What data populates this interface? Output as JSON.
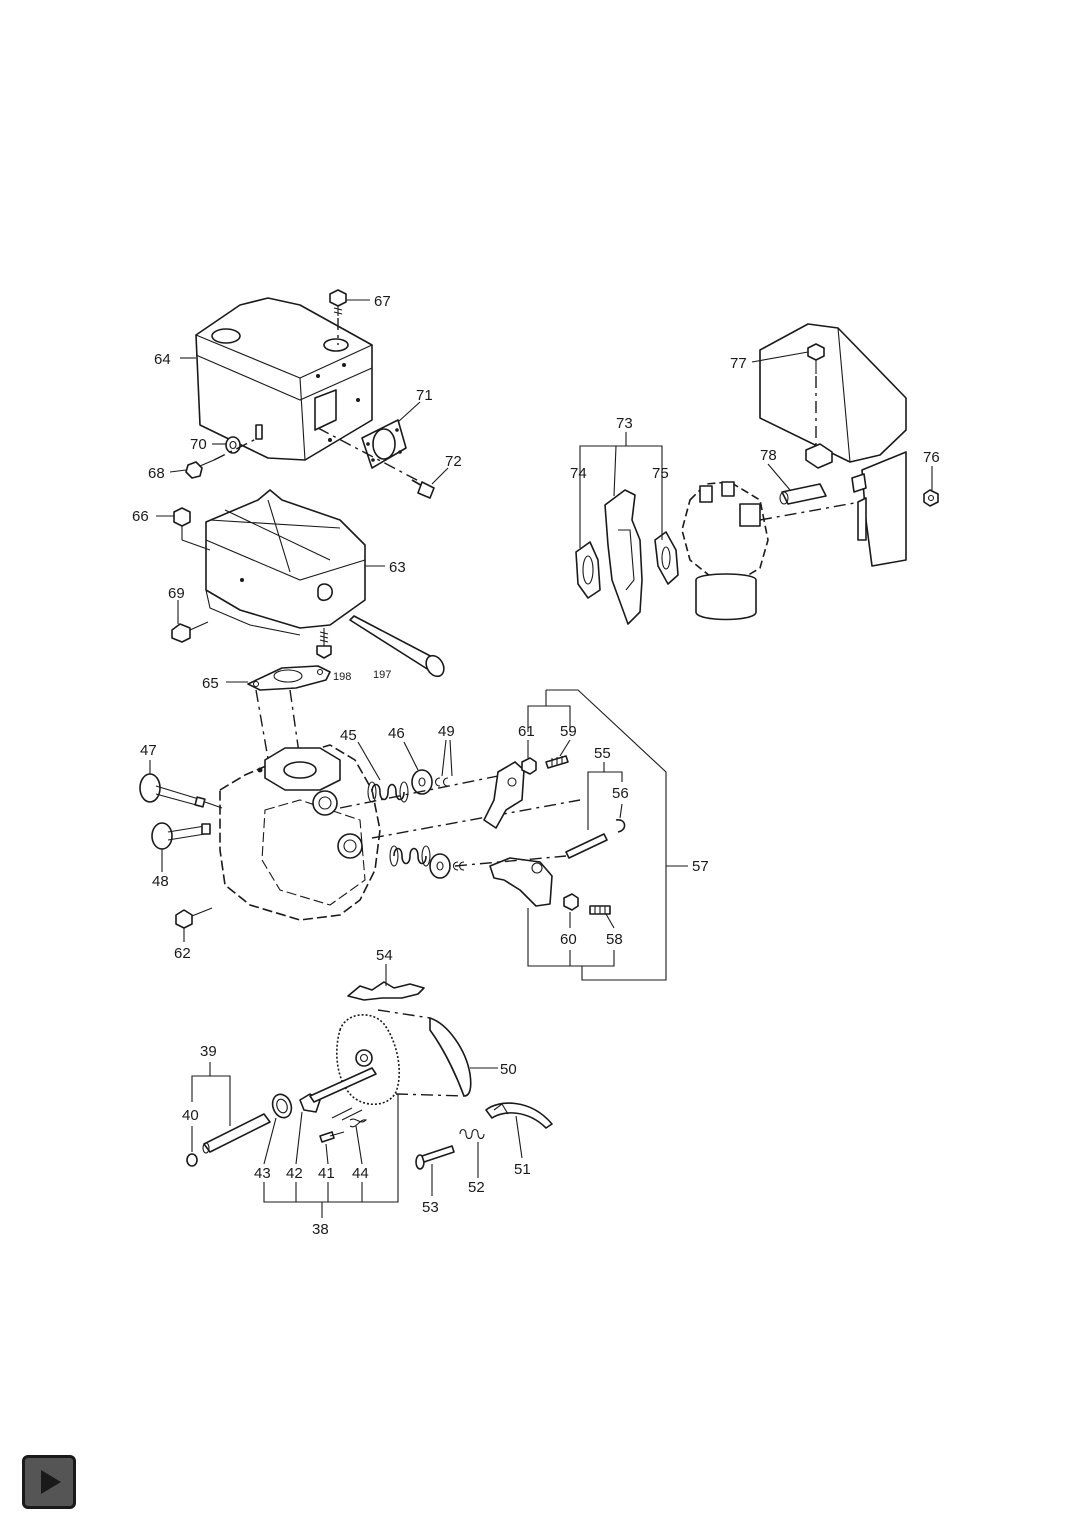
{
  "labels": {
    "p38": "38",
    "p39": "39",
    "p40": "40",
    "p41": "41",
    "p42": "42",
    "p43": "43",
    "p44": "44",
    "p45": "45",
    "p46": "46",
    "p47": "47",
    "p48": "48",
    "p49": "49",
    "p50": "50",
    "p51": "51",
    "p52": "52",
    "p53": "53",
    "p54": "54",
    "p55": "55",
    "p56": "56",
    "p57": "57",
    "p58": "58",
    "p59": "59",
    "p60": "60",
    "p61": "61",
    "p62": "62",
    "p63": "63",
    "p64": "64",
    "p65": "65",
    "p66": "66",
    "p67": "67",
    "p68": "68",
    "p69": "69",
    "p70": "70",
    "p71": "71",
    "p72": "72",
    "p73": "73",
    "p74": "74",
    "p75": "75",
    "p76": "76",
    "p77": "77",
    "p78": "78",
    "p197": "197",
    "p198": "198"
  },
  "controls": {
    "play_icon": "play-icon"
  },
  "colors": {
    "ink": "#1a1a1a",
    "button_fill": "#555555",
    "background": "#ffffff"
  }
}
